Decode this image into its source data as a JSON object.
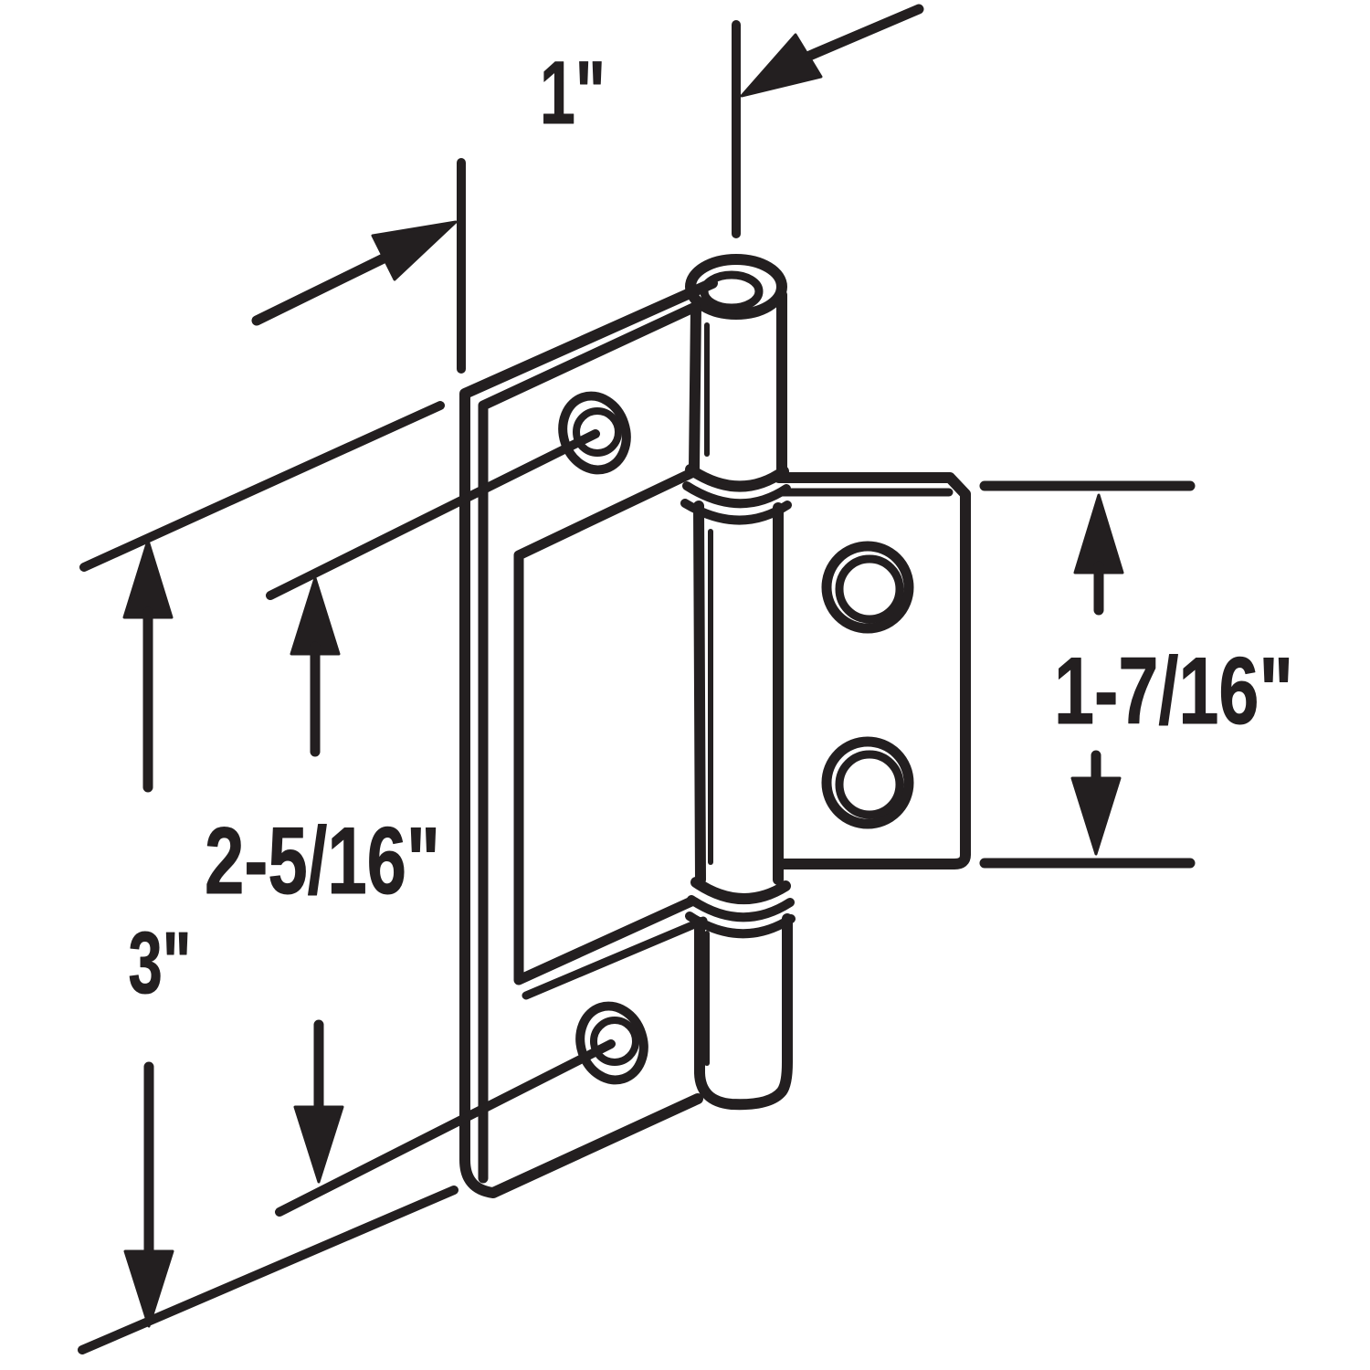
{
  "diagram_title": "hinge dimension drawing",
  "colors": {
    "ink": "#231f20",
    "paper": "#ffffff"
  },
  "dimension_labels": {
    "barrel_offset": "1\"",
    "screw_hole_spacing": "2-5/16\"",
    "leaf_length": "3\"",
    "flap_width": "1-7/16\""
  }
}
